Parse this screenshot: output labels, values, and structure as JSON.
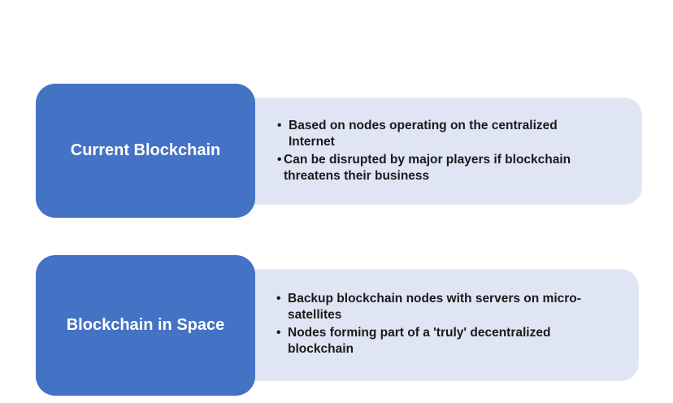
{
  "rows": [
    {
      "label": "Current Blockchain",
      "bullets": [
        "Based on nodes operating on the centralized Internet",
        "Can be disrupted by major players if blockchain threatens their business"
      ]
    },
    {
      "label": "Blockchain in Space",
      "bullets": [
        "Backup blockchain nodes with servers on micro-satellites",
        "Nodes forming part of a 'truly' decentralized blockchain"
      ]
    }
  ],
  "bullet_symbol": "•",
  "colors": {
    "label_fill": "#4472c4",
    "description_fill": "#dfe5f3",
    "label_text": "#ffffff",
    "description_text": "#1a1a1a"
  }
}
